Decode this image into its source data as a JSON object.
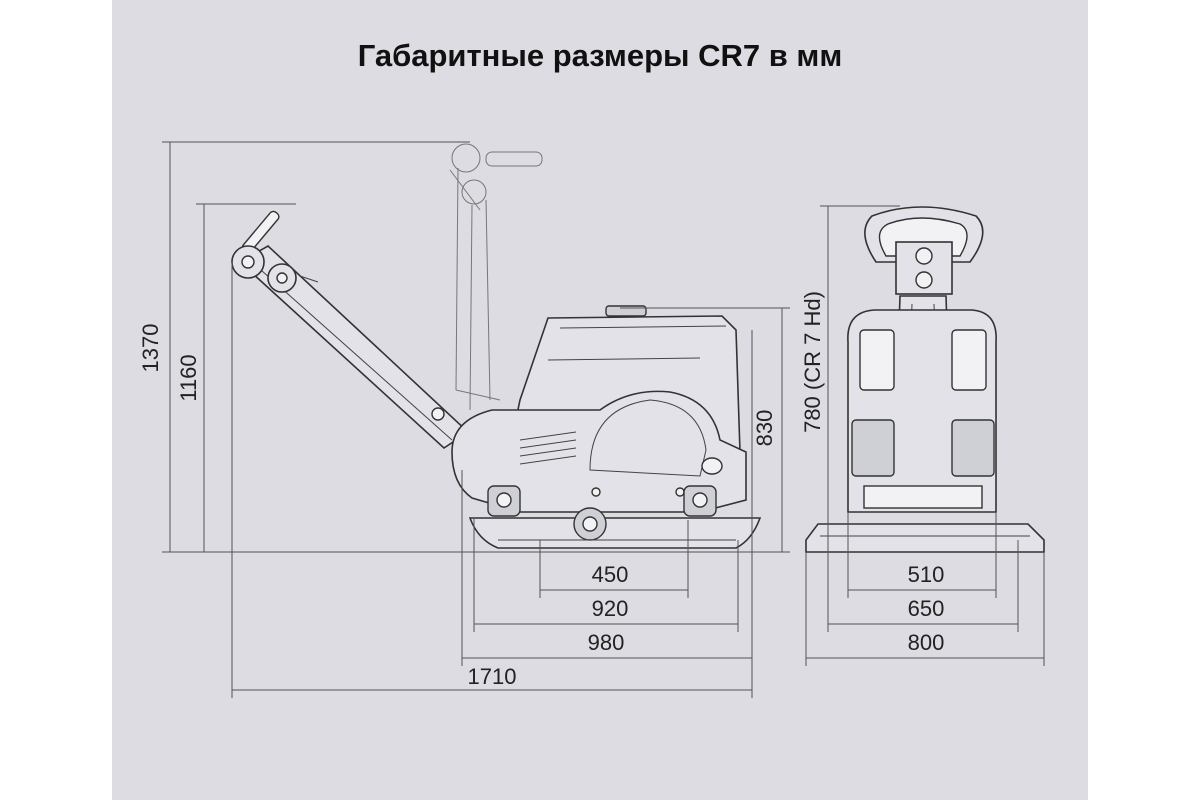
{
  "title": "Габаритные размеры CR7 в мм",
  "side_view": {
    "height_total": "1370",
    "height_handle": "1160",
    "height_body": "830",
    "width_450": "450",
    "width_920": "920",
    "width_980": "980",
    "length_total": "1710"
  },
  "front_view": {
    "height_hd": "780 (CR 7 Hd)",
    "width_510": "510",
    "width_650": "650",
    "width_800": "800"
  }
}
